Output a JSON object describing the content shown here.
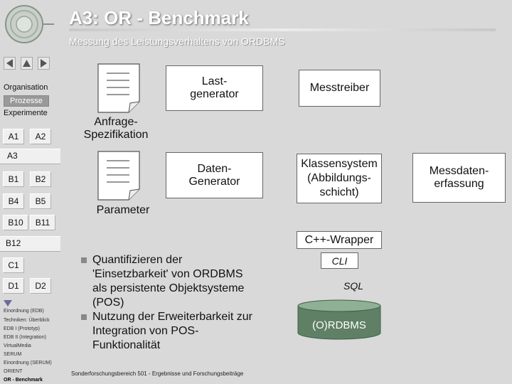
{
  "header": {
    "title": "A3: OR - Benchmark",
    "subtitle": "Messung des Leistungsverhaltens von ORDBMS"
  },
  "sidebar": {
    "nav_icons": [
      "arrow-left-icon",
      "arrow-up-icon",
      "arrow-right-icon"
    ],
    "menu": {
      "organisation": "Organisation",
      "prozesse": "Prozesse",
      "experimente": "Experimente"
    },
    "grid": {
      "a1": "A1",
      "a2": "A2",
      "a3": "A3",
      "b1": "B1",
      "b2": "B2",
      "b4": "B4",
      "b5": "B5",
      "b10": "B10",
      "b11": "B11",
      "b12": "B12",
      "c1": "C1",
      "d1": "D1",
      "d2": "D2"
    },
    "links": [
      "Einordnung (EDB)",
      "Techniken: Überblick",
      "EDB I (Prototyp)",
      "EDB II (Integration)",
      "VirtualMedia",
      "SERUM",
      "Einordnung (SERUM)",
      "ORIENT",
      "OR - Benchmark"
    ]
  },
  "diagram": {
    "lastgenerator": "Last-\ngenerator",
    "anfrage": "Anfrage-\nSpezifikation",
    "datengenerator": "Daten-\nGenerator",
    "parameter": "Parameter",
    "messtreiber": "Messtreiber",
    "klassensystem": "Klassensystem\n(Abbildungs-\nschicht)",
    "wrapper": "C++-Wrapper",
    "cli": "CLI",
    "sql": "SQL",
    "db": "(O)RDBMS",
    "messdaten": "Messdaten-\nerfassung"
  },
  "bullets": [
    "Quantifizieren der 'Einsetzbarkeit' von ORDBMS als persistente Objektsysteme (POS)",
    "Nutzung der Erweiterbarkeit zur Integration von POS-Funktionalität"
  ],
  "footer": "Sonderforschungsbereich 501 - Ergebnisse und Forschungsbeiträge",
  "colors": {
    "background": "#d9d9d9",
    "database": "#5f8065",
    "sidebar_cell": "#f0f0f0"
  }
}
